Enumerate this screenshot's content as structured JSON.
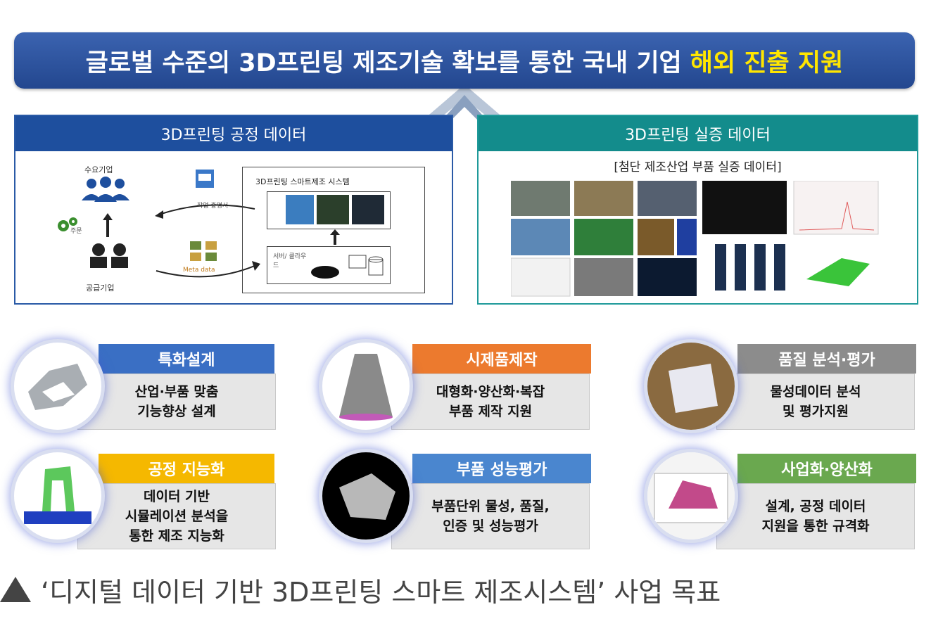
{
  "banner": {
    "main_text": "글로벌 수준의 3D프린팅 제조기술 확보를 통한 국내 기업",
    "highlight_text": "해외 진출 지원",
    "highlight_color": "#ffe600"
  },
  "process_panel": {
    "title": "3D프린팅 공정 데이터",
    "demand_company": "수요기업",
    "supply_company": "공급기업",
    "order": "주문",
    "work_order": "작업 증명서",
    "meta_data": "Meta data",
    "smart_system": "3D프린팅 스마트제조 시스템",
    "server_cloud": "서버/ 클라우드"
  },
  "verification_panel": {
    "title": "3D프린팅 실증 데이터",
    "subtitle": "[첨단 제조산업 부품 실증 데이터]"
  },
  "cards": [
    {
      "title": "특화설계",
      "line1": "산업·부품 맞춤",
      "line2": "기능향상 설계",
      "line3": "",
      "color": "#3a6fc4"
    },
    {
      "title": "시제품제작",
      "line1": "대형화·양산화·복잡",
      "line2": "부품 제작 지원",
      "line3": "",
      "color": "#ec7a2e"
    },
    {
      "title": "품질 분석·평가",
      "line1": "물성데이터 분석",
      "line2": "및 평가지원",
      "line3": "",
      "color": "#8c8c8c"
    },
    {
      "title": "공정 지능화",
      "line1": "데이터 기반",
      "line2": "시뮬레이션 분석을",
      "line3": "통한 제조 지능화",
      "color": "#f5b800"
    },
    {
      "title": "부품 성능평가",
      "line1": "부품단위 물성, 품질,",
      "line2": "인증 및 성능평가",
      "line3": "",
      "color": "#4a86cf"
    },
    {
      "title": "사업화·양산화",
      "line1": "설계, 공정 데이터",
      "line2": "지원을 통한 규격화",
      "line3": "",
      "color": "#6aa84f"
    }
  ],
  "caption": "‘디지털 데이터 기반 3D프린팅 스마트 제조시스템’ 사업 목표"
}
